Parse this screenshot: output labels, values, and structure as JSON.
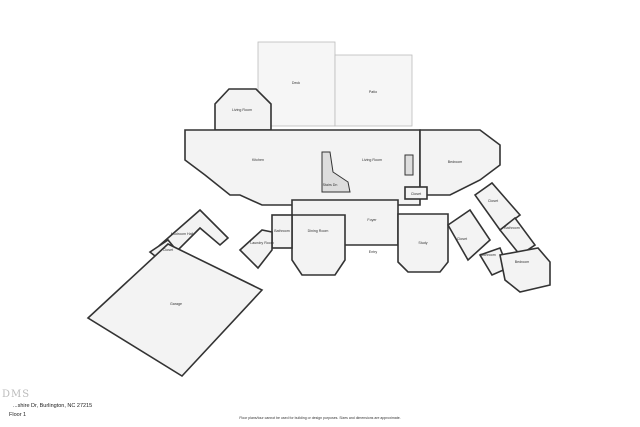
{
  "rooms": {
    "deck": "Deck",
    "patio": "Patio",
    "living_room_1": "Living Room",
    "kitchen": "Kitchen",
    "living_room_2": "Living Room",
    "stairs": "Stairs Dn",
    "closet_1": "Closet",
    "bedroom_1": "Bedroom",
    "foyer": "Foyer",
    "entry": "Entry",
    "dining_room": "Dining Room",
    "bathroom_1": "Bathroom",
    "laundry_room": "Laundry Room",
    "mud_hall": "Mudroom Hall",
    "closet_2": "Closet",
    "garage": "Garage",
    "study": "Study",
    "closet_3": "Closet",
    "closet_4": "Closet",
    "bathroom_2": "Bathroom",
    "bathroom_3": "Bathroom",
    "bedroom_2": "Bedroom"
  },
  "footer": {
    "watermark": "DMS",
    "address": "...shire Dr, Burlington, NC 27215",
    "floor": "Floor 1",
    "disclaimer": "Floor plans/tour cannot be used for building or design purposes. Sizes and dimensions are approximate."
  }
}
